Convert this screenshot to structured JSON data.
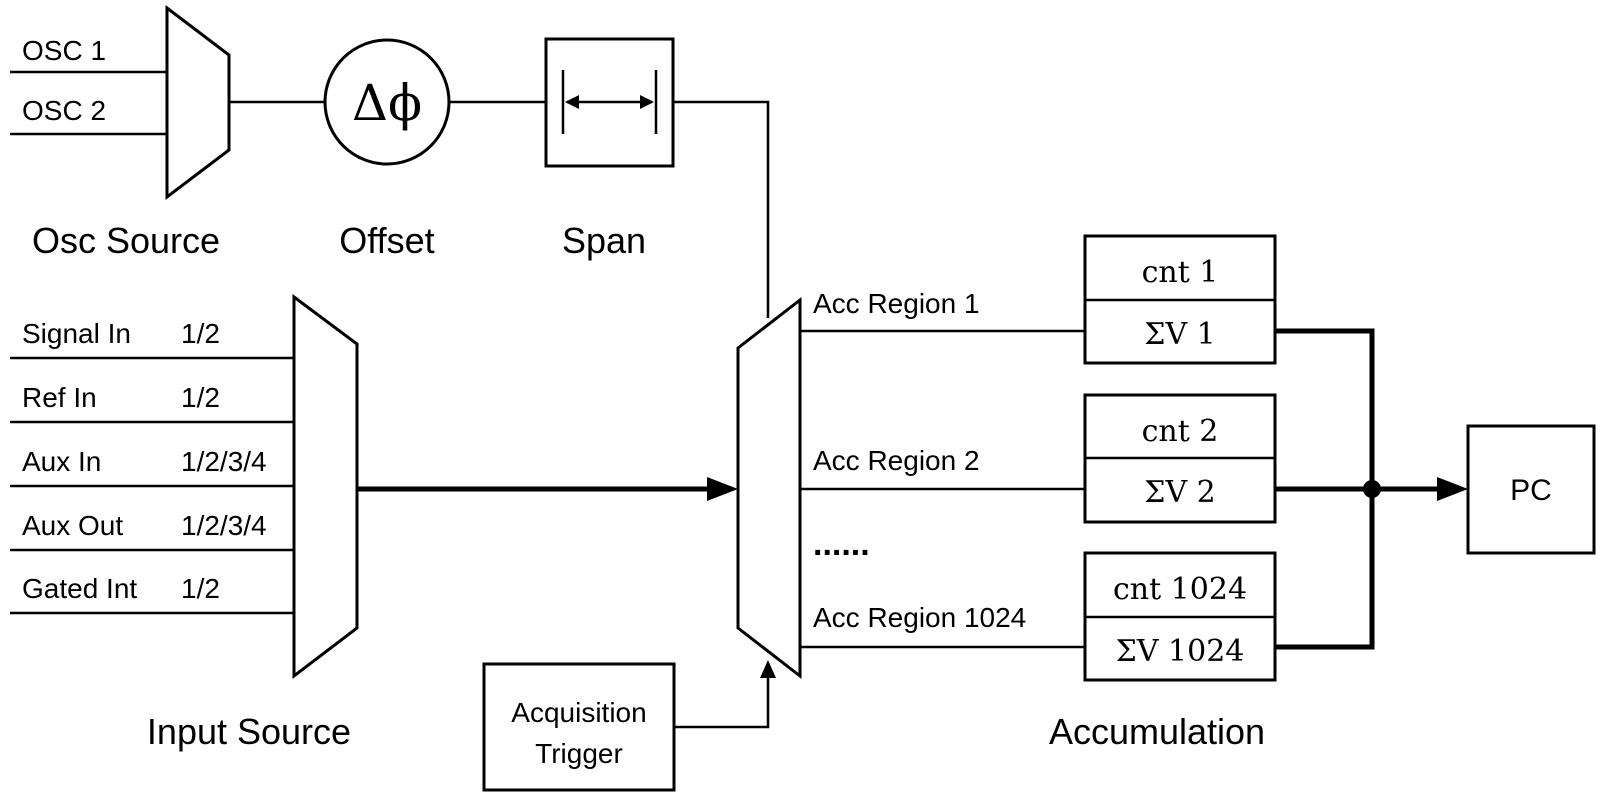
{
  "osc_source": {
    "title": "Osc Source",
    "inputs": [
      "OSC 1",
      "OSC 2"
    ]
  },
  "offset": {
    "title": "Offset",
    "symbol": "Δϕ"
  },
  "span": {
    "title": "Span"
  },
  "input_source": {
    "title": "Input Source",
    "inputs": [
      {
        "name": "Signal In",
        "channels": "1/2"
      },
      {
        "name": "Ref In",
        "channels": "1/2"
      },
      {
        "name": "Aux In",
        "channels": "1/2/3/4"
      },
      {
        "name": "Aux Out",
        "channels": "1/2/3/4"
      },
      {
        "name": "Gated Int",
        "channels": "1/2"
      }
    ]
  },
  "acquisition_trigger": {
    "line1": "Acquisition",
    "line2": "Trigger"
  },
  "regions": [
    {
      "label": "Acc Region 1",
      "cnt": "cnt 1",
      "sum": "ΣV 1"
    },
    {
      "label": "Acc Region 2",
      "cnt": "cnt 2",
      "sum": "ΣV 2"
    },
    {
      "label": "Acc Region 1024",
      "cnt": "cnt 1024",
      "sum": "ΣV 1024"
    }
  ],
  "ellipsis": "......",
  "accumulation": {
    "title": "Accumulation"
  },
  "pc": {
    "label": "PC"
  }
}
